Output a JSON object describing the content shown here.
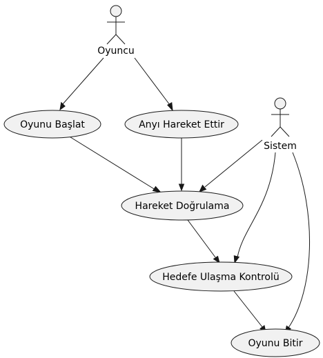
{
  "actors": [
    {
      "id": "oyuncu",
      "label": "Oyuncu"
    },
    {
      "id": "sistem",
      "label": "Sistem"
    }
  ],
  "usecases": [
    {
      "id": "oyunu_baslat",
      "label": "Oyunu Başlat"
    },
    {
      "id": "anyi_hareket_ettir",
      "label": "Anyı Hareket Ettir"
    },
    {
      "id": "hareket_dogrulama",
      "label": "Hareket Doğrulama"
    },
    {
      "id": "hedefe_ulasma_kontrolu",
      "label": "Hedefe Ulaşma Kontrolü"
    },
    {
      "id": "oyunu_bitir",
      "label": "Oyunu Bitir"
    }
  ],
  "edges": [
    {
      "from": "oyuncu",
      "to": "oyunu_baslat"
    },
    {
      "from": "oyuncu",
      "to": "anyi_hareket_ettir"
    },
    {
      "from": "oyunu_baslat",
      "to": "hareket_dogrulama"
    },
    {
      "from": "anyi_hareket_ettir",
      "to": "hareket_dogrulama"
    },
    {
      "from": "sistem",
      "to": "hareket_dogrulama"
    },
    {
      "from": "hareket_dogrulama",
      "to": "hedefe_ulasma_kontrolu"
    },
    {
      "from": "sistem",
      "to": "hedefe_ulasma_kontrolu"
    },
    {
      "from": "hedefe_ulasma_kontrolu",
      "to": "oyunu_bitir"
    },
    {
      "from": "sistem",
      "to": "oyunu_bitir"
    }
  ]
}
